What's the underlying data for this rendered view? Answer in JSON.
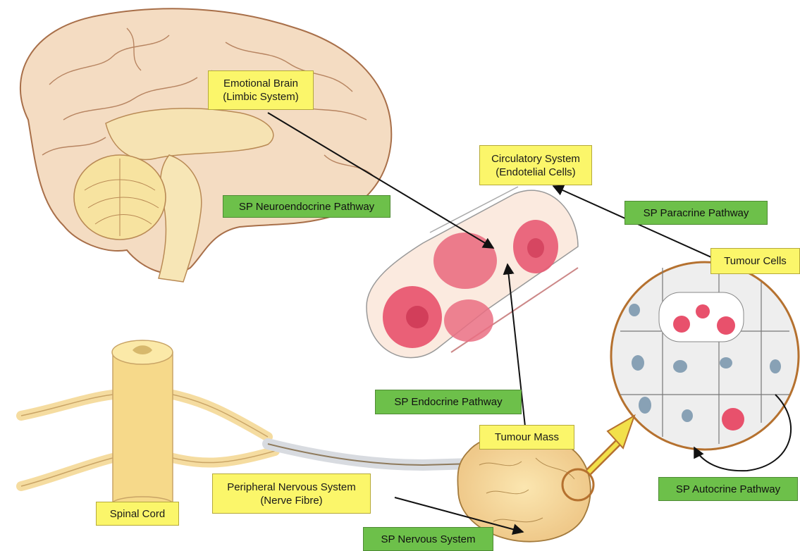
{
  "labels": {
    "emotional_brain": {
      "line1": "Emotional Brain",
      "line2": "(Limbic System)"
    },
    "circulatory": {
      "line1": "Circulatory System",
      "line2": "(Endotelial Cells)"
    },
    "tumour_cells": "Tumour Cells",
    "tumour_mass": "Tumour Mass",
    "peripheral": {
      "line1": "Peripheral Nervous System",
      "line2": "(Nerve Fibre)"
    },
    "spinal_cord": "Spinal Cord"
  },
  "pathways": {
    "neuroendocrine": "SP Neuroendocrine Pathway",
    "paracrine": "SP Paracrine Pathway",
    "endocrine": "SP Endocrine Pathway",
    "autocrine": "SP Autocrine Pathway",
    "nervous": "SP Nervous System"
  },
  "colors": {
    "label_fill": "#fbf66a",
    "pathway_fill": "#6dc04a",
    "brain": "#f3dcc4",
    "blood_cell": "#e0566e",
    "tumour_ring": "#b5712f"
  }
}
